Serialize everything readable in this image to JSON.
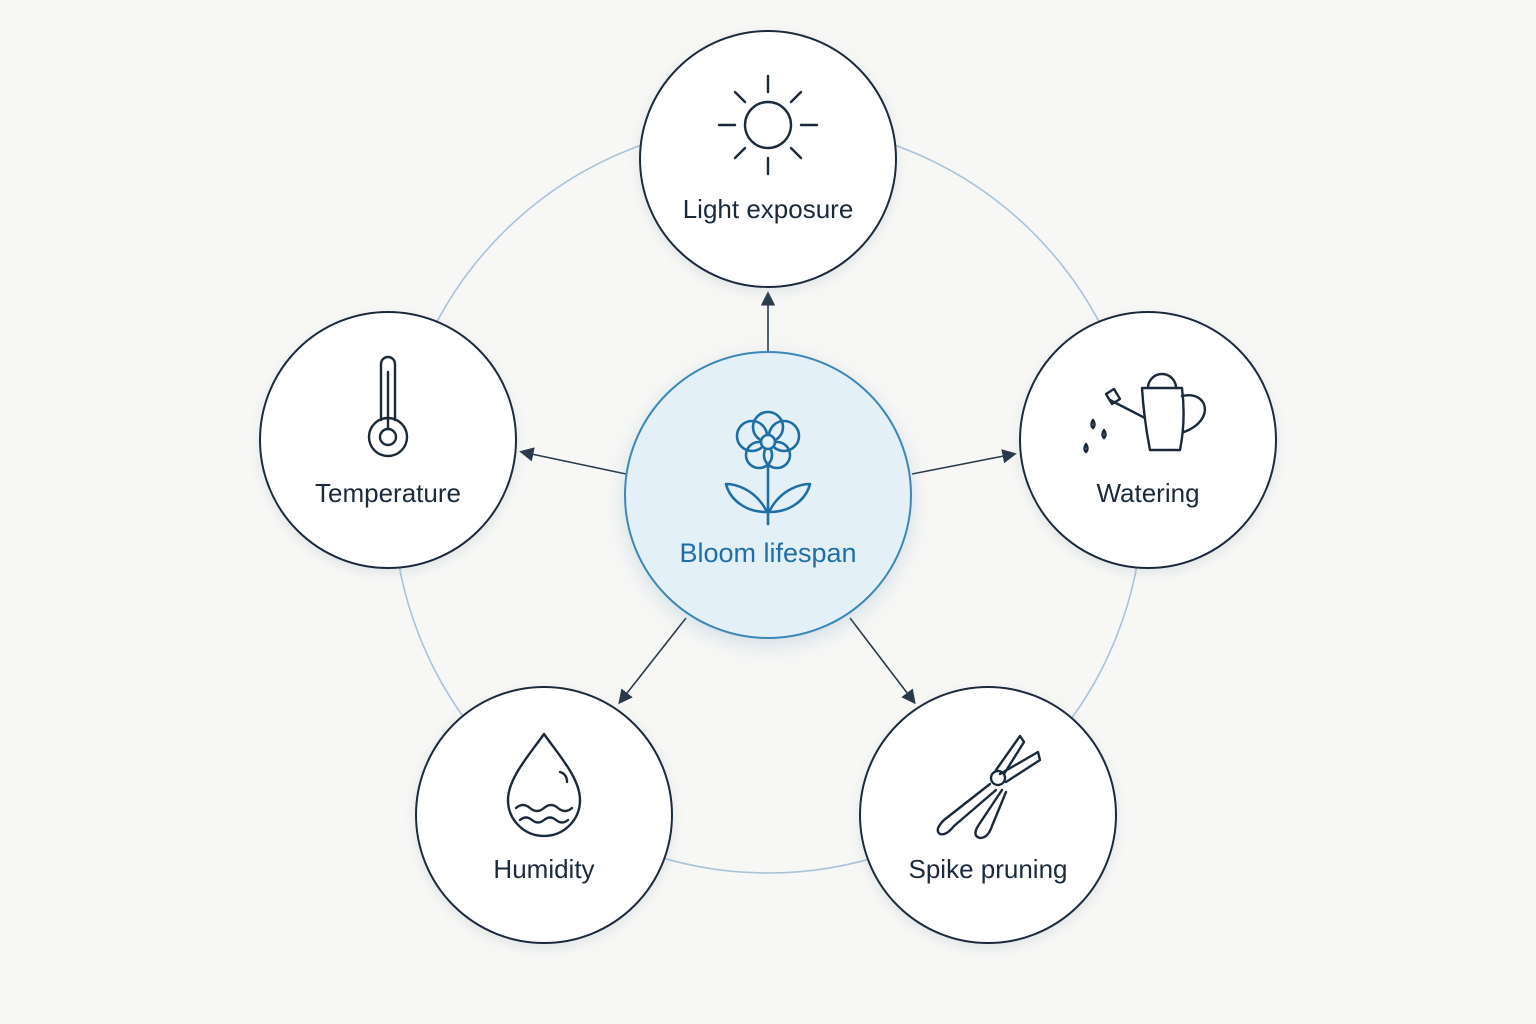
{
  "diagram": {
    "center": {
      "label": "Bloom lifespan",
      "icon": "flower-icon"
    },
    "factors": [
      {
        "label": "Light exposure",
        "icon": "sun-icon"
      },
      {
        "label": "Watering",
        "icon": "watering-can-icon"
      },
      {
        "label": "Spike pruning",
        "icon": "pruning-shears-icon"
      },
      {
        "label": "Humidity",
        "icon": "water-drop-icon"
      },
      {
        "label": "Temperature",
        "icon": "thermometer-icon"
      }
    ]
  },
  "colors": {
    "background": "#f7f7f5",
    "node_stroke": "#1b2a3a",
    "node_fill": "#ffffff",
    "center_fill": "#e3f0f8",
    "center_stroke": "#3d87b8",
    "accent": "#1f6fa6",
    "ring": "#a9c3da",
    "arrow": "#2a3a4a"
  }
}
